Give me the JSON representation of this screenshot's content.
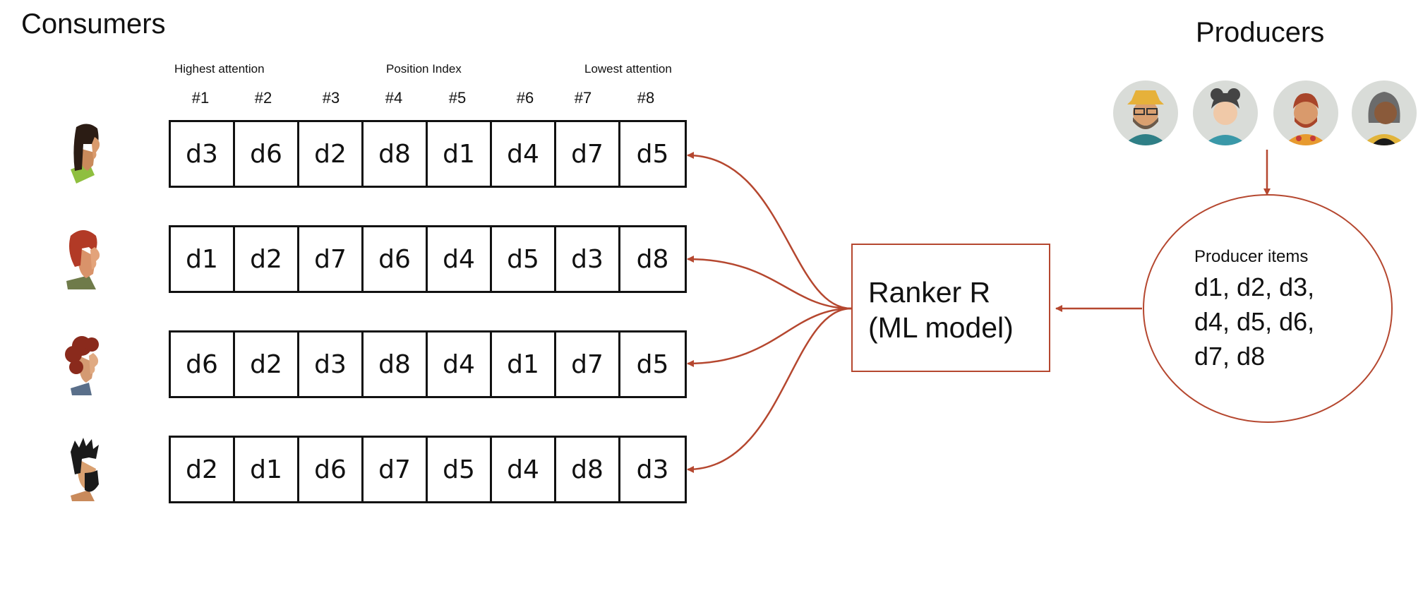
{
  "consumers_title": "Consumers",
  "producers_title": "Producers",
  "header": {
    "highest": "Highest attention",
    "position": "Position Index",
    "lowest": "Lowest attention"
  },
  "indices": [
    "#1",
    "#2",
    "#3",
    "#4",
    "#5",
    "#6",
    "#7",
    "#8"
  ],
  "rankings": [
    [
      "d3",
      "d6",
      "d2",
      "d8",
      "d1",
      "d4",
      "d7",
      "d5"
    ],
    [
      "d1",
      "d2",
      "d7",
      "d6",
      "d4",
      "d5",
      "d3",
      "d8"
    ],
    [
      "d6",
      "d2",
      "d3",
      "d8",
      "d4",
      "d1",
      "d7",
      "d5"
    ],
    [
      "d2",
      "d1",
      "d6",
      "d7",
      "d5",
      "d4",
      "d8",
      "d3"
    ]
  ],
  "ranker": {
    "line1": "Ranker R",
    "line2": "(ML model)"
  },
  "producer_items": {
    "label": "Producer items",
    "line1": "d1, d2, d3,",
    "line2": "d4, d5, d6,",
    "line3": "d7, d8"
  },
  "colors": {
    "arrow": "#b5472f",
    "avatar_bg": "#d9dcd8"
  },
  "icons": [
    "consumer-avatar-icon",
    "producer-avatar-icon"
  ]
}
